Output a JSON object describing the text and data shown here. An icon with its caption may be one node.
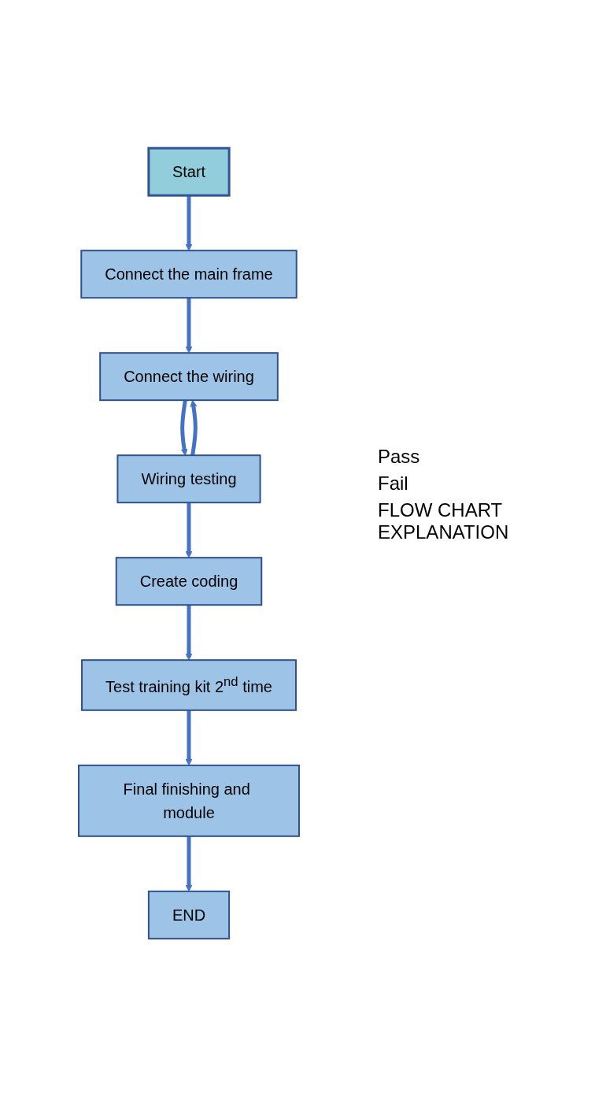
{
  "diagram": {
    "nodes": [
      {
        "text": [
          "Start"
        ]
      },
      {
        "text": [
          "Connect the main frame"
        ]
      },
      {
        "text": [
          "Connect the wiring"
        ]
      },
      {
        "text": [
          "Wiring testing"
        ]
      },
      {
        "text": [
          "Create coding"
        ]
      },
      {
        "text": [
          "Test training kit 2$^{nd}$ time"
        ]
      },
      {
        "text": [
          "Final finishing and module"
        ]
      },
      {
        "text": [
          "END"
        ]
      }
    ],
    "edges": [
      {
        "from": 0,
        "to": 1,
        "arrow": "to"
      },
      {
        "from": 1,
        "to": 2,
        "arrow": "to"
      },
      {
        "from": 2,
        "to": 3,
        "arrow": "to"
      },
      {
        "from": 3,
        "to": 2,
        "arrow": "to"
      },
      {
        "from": 3,
        "to": 4,
        "arrow": "to"
      },
      {
        "from": 4,
        "to": 5,
        "arrow": "to"
      },
      {
        "from": 5,
        "to": 6,
        "arrow": "to"
      },
      {
        "from": 6,
        "to": 7,
        "arrow": "to"
      }
    ],
    "labels": [
      "Pass",
      "Fail",
      "FLOW CHART EXPLANATION"
    ]
  }
}
